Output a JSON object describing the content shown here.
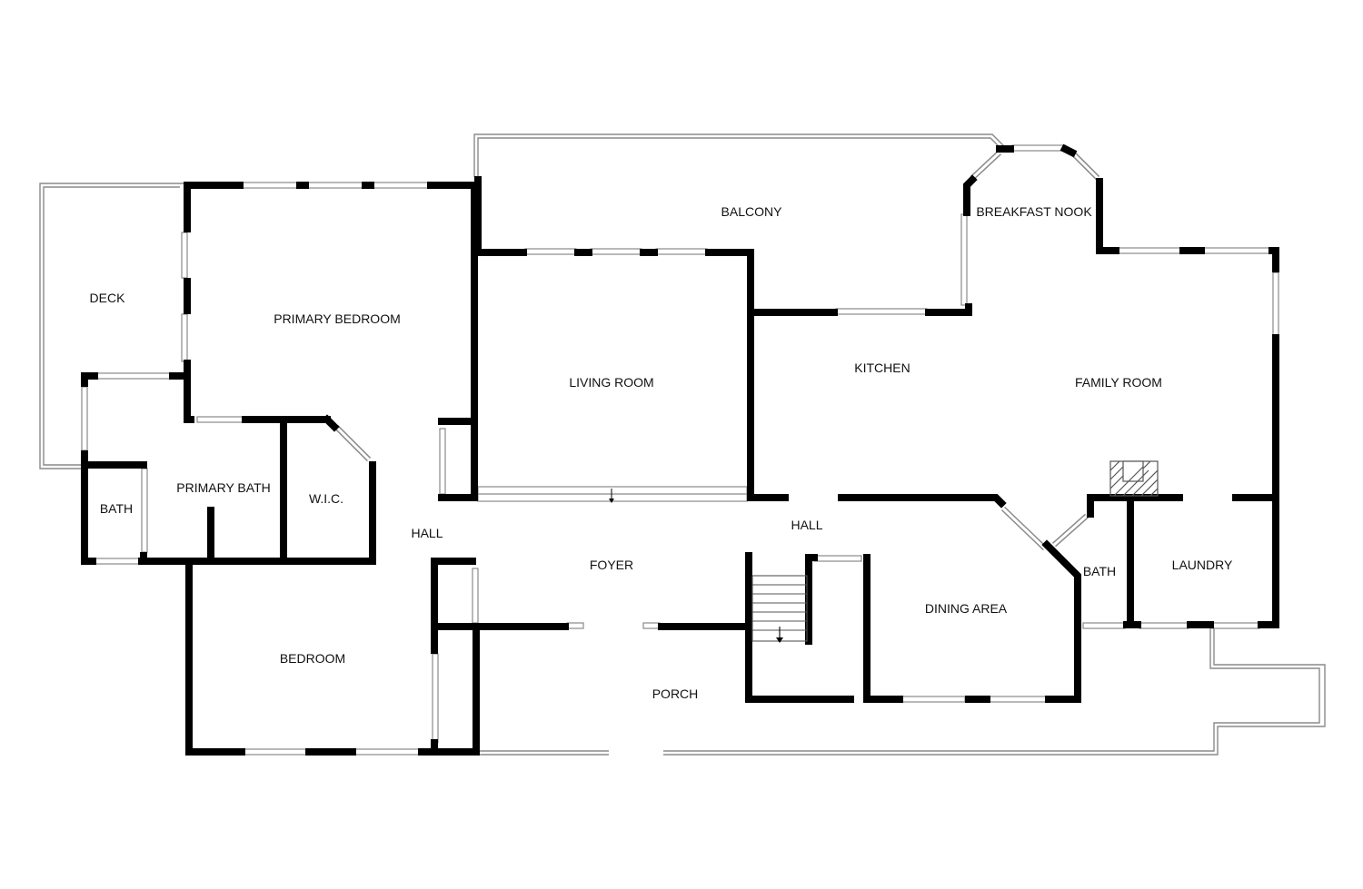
{
  "floorplan": {
    "rooms": {
      "deck": "DECK",
      "primary_bedroom": "PRIMARY BEDROOM",
      "balcony": "BALCONY",
      "breakfast_nook": "BREAKFAST NOOK",
      "living_room": "LIVING ROOM",
      "kitchen": "KITCHEN",
      "family_room": "FAMILY ROOM",
      "primary_bath": "PRIMARY BATH",
      "bath_west": "BATH",
      "wic": "W.I.C.",
      "hall_west": "HALL",
      "hall_east": "HALL",
      "foyer": "FOYER",
      "bath_east": "BATH",
      "laundry": "LAUNDRY",
      "dining_area": "DINING AREA",
      "bedroom": "BEDROOM",
      "porch": "PORCH"
    },
    "colors": {
      "wall": "#000000",
      "window_stroke": "#8a8a8a",
      "outline": "#8a8a8a",
      "background": "#ffffff"
    }
  }
}
